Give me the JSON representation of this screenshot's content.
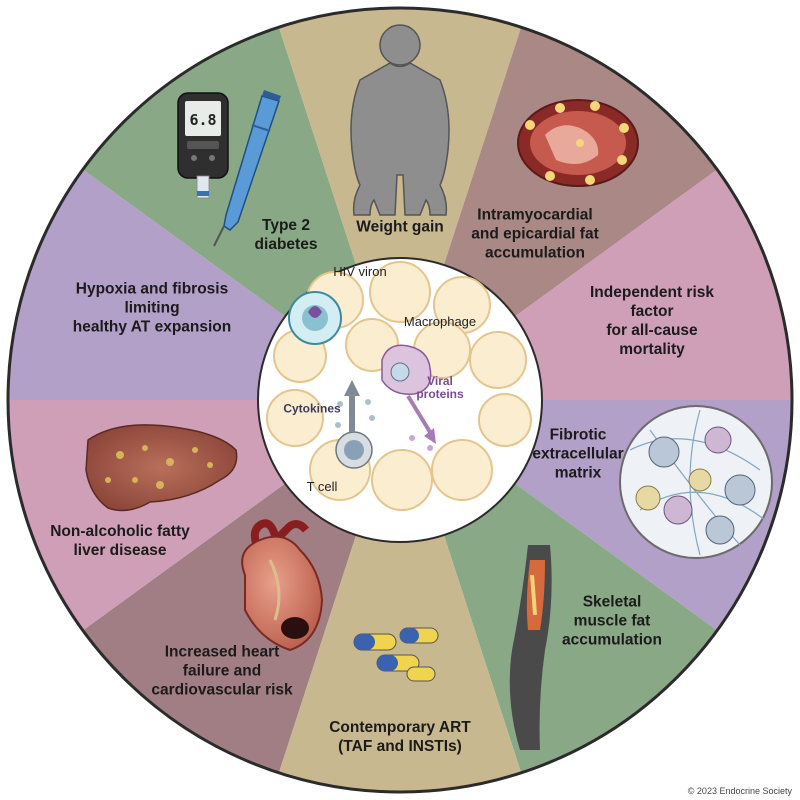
{
  "colors": {
    "type2_diabetes": "#a17e83",
    "weight_gain": "#cf9fb8",
    "fat_accumulation": "#b3a0c8",
    "mortality": "#89a886",
    "fibrotic_matrix": "#c8b890",
    "skeletal_muscle": "#a98885",
    "art": "#cf9fb8",
    "heart": "#b3a0c8",
    "liver": "#89a886",
    "hypoxia": "#c8b890",
    "adipocyte": "#fbeed0",
    "adipocyte_border": "#e3c58d"
  },
  "segments": [
    {
      "id": "type2_diabetes",
      "label": "Type 2\ndiabetes"
    },
    {
      "id": "weight_gain",
      "label": "Weight gain"
    },
    {
      "id": "fat_accumulation",
      "label": "Intramyocardial\nand epicardial fat\naccumulation"
    },
    {
      "id": "mortality",
      "label": "Independent risk factor\nfor all-cause\nmortality"
    },
    {
      "id": "fibrotic_matrix",
      "label": "Fibrotic\nextracellular\nmatrix"
    },
    {
      "id": "skeletal_muscle",
      "label": "Skeletal\nmuscle fat\naccumulation"
    },
    {
      "id": "art",
      "label": "Contemporary ART\n(TAF and INSTIs)"
    },
    {
      "id": "heart",
      "label": "Increased heart\nfailure and\ncardiovascular risk"
    },
    {
      "id": "liver",
      "label": "Non-alcoholic fatty\nliver disease"
    },
    {
      "id": "hypoxia",
      "label": "Hypoxia and fibrosis\nlimiting\nhealthy AT expansion"
    }
  ],
  "center": {
    "hiv_virion": "HIV viron",
    "macrophage": "Macrophage",
    "viral_proteins": "Viral\nproteins",
    "cytokines": "Cytokines",
    "t_cell": "T cell"
  },
  "glucometer": {
    "reading": "6.8"
  },
  "copyright": "© 2023 Endocrine Society"
}
